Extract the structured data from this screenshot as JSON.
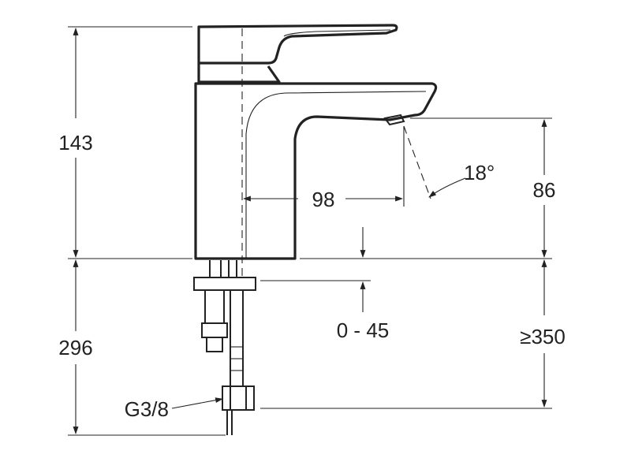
{
  "dimensions": {
    "height_above_deck": "143",
    "height_below_deck": "296",
    "spout_reach": "98",
    "spout_height": "86",
    "deck_thickness": "0 - 45",
    "min_clearance": "≥350",
    "spray_angle": "18°",
    "connection": "G3/8"
  },
  "colors": {
    "line": "#222222",
    "background": "#ffffff"
  }
}
